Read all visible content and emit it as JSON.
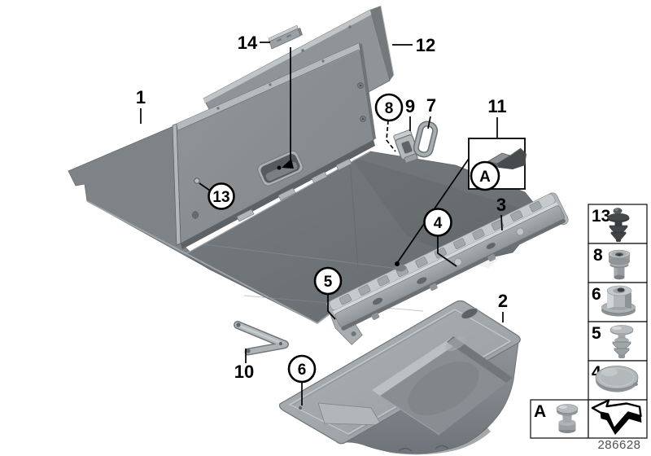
{
  "figure": {
    "drawing_number": "286628",
    "colors": {
      "background": "#ffffff",
      "ink": "#000000",
      "part_gray": "#8a9094"
    }
  },
  "callouts": {
    "c1": "1",
    "c2": "2",
    "c3": "3",
    "c4": "4",
    "c5": "5",
    "c6": "6",
    "c7": "7",
    "c8": "8",
    "c9": "9",
    "c10": "10",
    "c11": "11",
    "c12": "12",
    "c13": "13",
    "c14": "14",
    "cA": "A"
  },
  "reference_box": {
    "label": "A",
    "icon": "retaining-clip-icon"
  },
  "legend": {
    "rows": [
      {
        "label": "13",
        "icon": "expansion-rivet-dark-icon"
      },
      {
        "label": "8",
        "icon": "socket-head-screw-icon"
      },
      {
        "label": "6",
        "icon": "flange-hex-nut-icon"
      },
      {
        "label": "5",
        "icon": "expansion-rivet-light-icon"
      },
      {
        "label": "4",
        "icon": "cover-cap-icon"
      }
    ],
    "a_item": {
      "label": "A",
      "icon": "ball-pin-icon"
    },
    "arrow_item": {
      "icon": "see-other-diagram-arrow-icon"
    }
  }
}
